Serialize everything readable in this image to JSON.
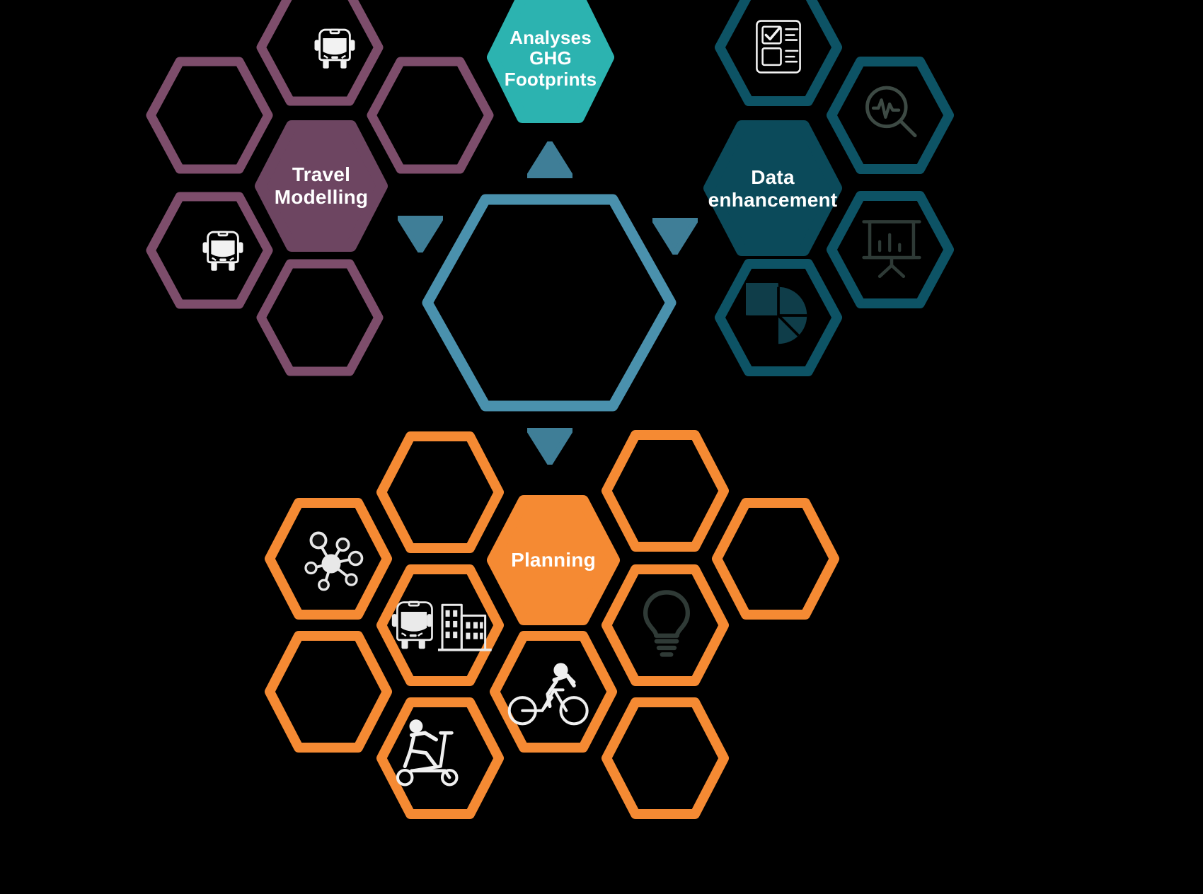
{
  "diagram": {
    "title_visible": false,
    "type": "hexagon-honeycomb-cluster-diagram",
    "background_color": "#000000",
    "center": {
      "label": "",
      "style": "outline",
      "stroke_color": "#4a91ad",
      "fill_color": "none"
    },
    "arrow_color": "#3f7e97",
    "clusters": [
      {
        "id": "travel-modelling",
        "label": "Travel\nModelling",
        "label_line1": "Travel",
        "label_line2": "Modelling",
        "fill_color": "#6d4561",
        "outline_color": "#7d4d6b",
        "text_color": "#ffffff",
        "icons": [
          "bus-front-icon",
          "bus-front-icon"
        ],
        "empty_cells": 3
      },
      {
        "id": "analyses-ghg-footprints",
        "label": "Analyses GHG Footprints",
        "label_line1": "Analyses",
        "label_line2": "GHG",
        "label_line3": "Footprints",
        "fill_color": "#2cb3b0",
        "text_color": "#ffffff",
        "icons": [],
        "empty_cells": 0
      },
      {
        "id": "data-enhancement",
        "label": "Data enhancement",
        "label_line1": "Data",
        "label_line2": "enhancement",
        "fill_color": "#0b4a5a",
        "outline_color": "#0d5365",
        "text_color": "#ffffff",
        "icons": [
          "survey-checklist-icon",
          "magnifier-pulse-icon",
          "presentation-bar-chart-icon",
          "pie-chart-icon"
        ],
        "empty_cells": 0
      },
      {
        "id": "planning",
        "label": "Planning",
        "label_line1": "Planning",
        "fill_color": "#f58a33",
        "outline_color": "#f58a33",
        "text_color": "#ffffff",
        "icons": [
          "network-hub-icon",
          "bus-city-icon",
          "scooter-rider-icon",
          "cyclist-icon",
          "lightbulb-icon"
        ],
        "empty_cells": 6
      }
    ],
    "icon_color_light": "#f2f2f2",
    "icon_color_dark": "#2e2e2e"
  }
}
